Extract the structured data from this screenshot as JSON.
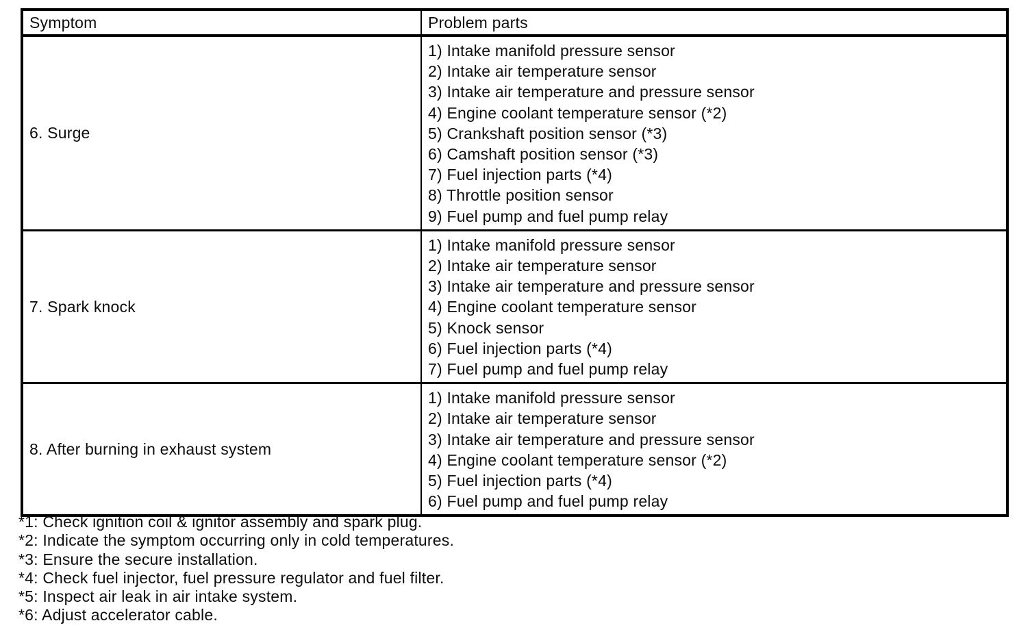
{
  "table": {
    "headers": [
      "Symptom",
      "Problem parts"
    ],
    "rows": [
      {
        "symptom": "6. Surge",
        "parts": [
          "1) Intake manifold pressure sensor",
          "2) Intake air temperature sensor",
          "3) Intake air temperature and pressure sensor",
          "4) Engine coolant temperature sensor (*2)",
          "5) Crankshaft position sensor (*3)",
          "6) Camshaft position sensor (*3)",
          "7) Fuel injection parts (*4)",
          "8) Throttle position sensor",
          "9) Fuel pump and fuel pump relay"
        ]
      },
      {
        "symptom": "7. Spark knock",
        "parts": [
          "1) Intake manifold pressure sensor",
          "2) Intake air temperature sensor",
          "3) Intake air temperature and pressure sensor",
          "4) Engine coolant temperature sensor",
          "5) Knock sensor",
          "6) Fuel injection parts (*4)",
          "7) Fuel pump and fuel pump relay"
        ]
      },
      {
        "symptom": "8. After burning in exhaust system",
        "parts": [
          "1) Intake manifold pressure sensor",
          "2) Intake air temperature sensor",
          "3) Intake air temperature and pressure sensor",
          "4) Engine coolant temperature sensor (*2)",
          "5) Fuel injection parts (*4)",
          "6) Fuel pump and fuel pump relay"
        ]
      }
    ]
  },
  "footnotes": [
    "*1: Check ignition coil & ignitor assembly and spark plug.",
    "*2: Indicate the symptom occurring only in cold temperatures.",
    "*3: Ensure the secure installation.",
    "*4: Check fuel injector, fuel pressure regulator and fuel filter.",
    "*5: Inspect air leak in air intake system.",
    "*6: Adjust accelerator cable."
  ],
  "colors": {
    "ink": "#0d0d0d",
    "paper": "#ffffff",
    "border": "#000000"
  }
}
